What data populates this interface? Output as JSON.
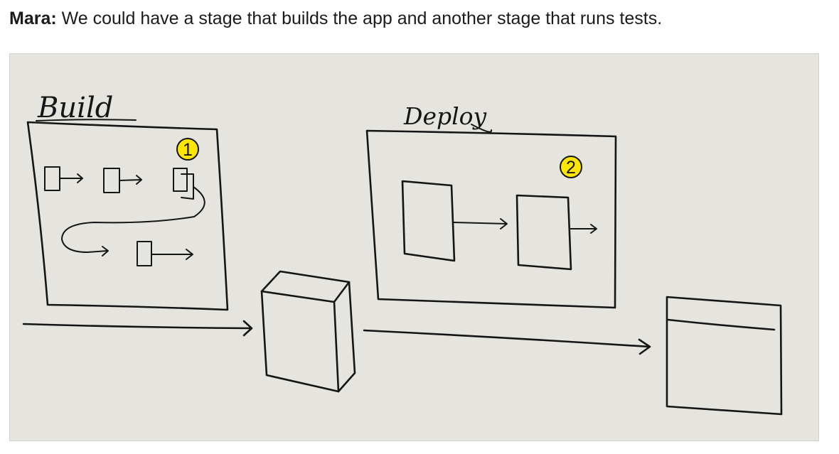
{
  "dialogue": {
    "speaker": "Mara:",
    "text": " We could have a stage that builds the app and another stage that runs tests."
  },
  "whiteboard": {
    "build_label": "Build",
    "deploy_label": "Deploy",
    "badge_1": "1",
    "badge_2": "2",
    "badge_color": "#ffe600",
    "board_color": "#e6e4df"
  }
}
